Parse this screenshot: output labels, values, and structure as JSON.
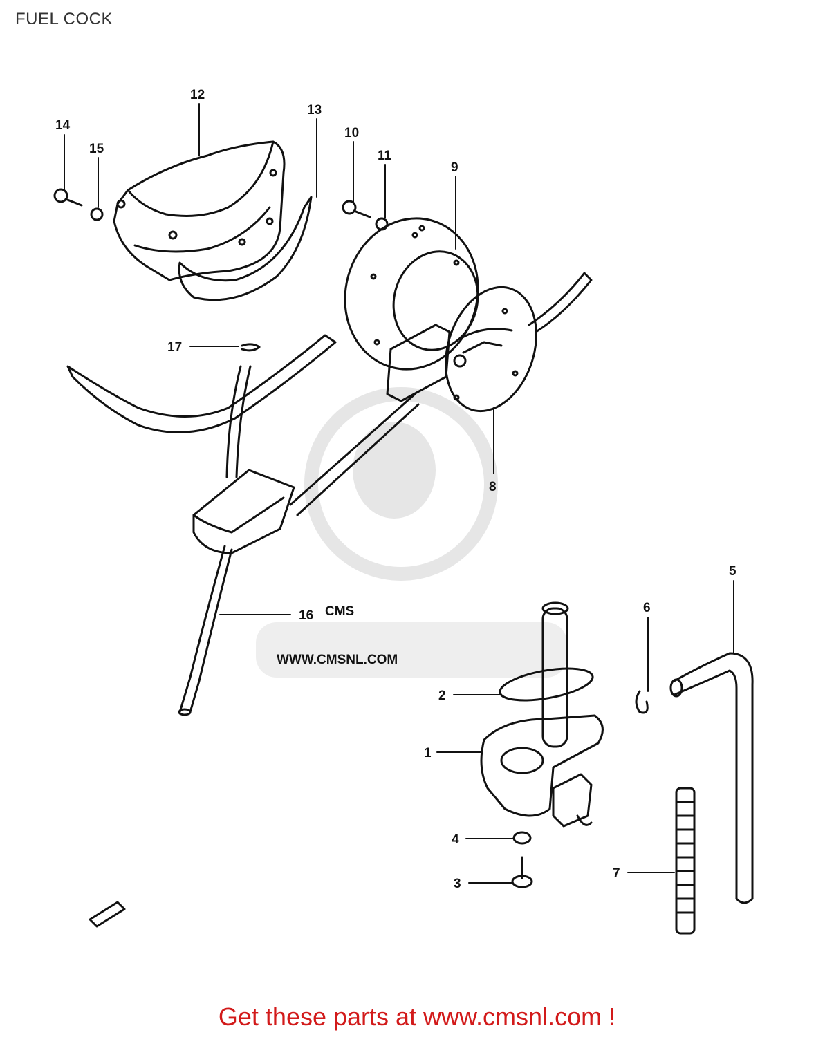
{
  "page": {
    "title": "FUEL COCK"
  },
  "watermark": {
    "logo_text": "CMS",
    "site_text": "WWW.CMSNL.COM"
  },
  "callouts": [
    {
      "id": "c1",
      "label": "1"
    },
    {
      "id": "c2",
      "label": "2"
    },
    {
      "id": "c3",
      "label": "3"
    },
    {
      "id": "c4",
      "label": "4"
    },
    {
      "id": "c5",
      "label": "5"
    },
    {
      "id": "c6",
      "label": "6"
    },
    {
      "id": "c7",
      "label": "7"
    },
    {
      "id": "c8",
      "label": "8"
    },
    {
      "id": "c9",
      "label": "9"
    },
    {
      "id": "c10",
      "label": "10"
    },
    {
      "id": "c11",
      "label": "11"
    },
    {
      "id": "c12",
      "label": "12"
    },
    {
      "id": "c13",
      "label": "13"
    },
    {
      "id": "c14",
      "label": "14"
    },
    {
      "id": "c15",
      "label": "15"
    },
    {
      "id": "c16",
      "label": "16"
    },
    {
      "id": "c17",
      "label": "17"
    }
  ],
  "footer": {
    "link_text": "Get these parts at www.cmsnl.com !"
  },
  "colors": {
    "line": "#111111",
    "footer": "#d21a1a",
    "watermark": "#e6e6e6"
  }
}
